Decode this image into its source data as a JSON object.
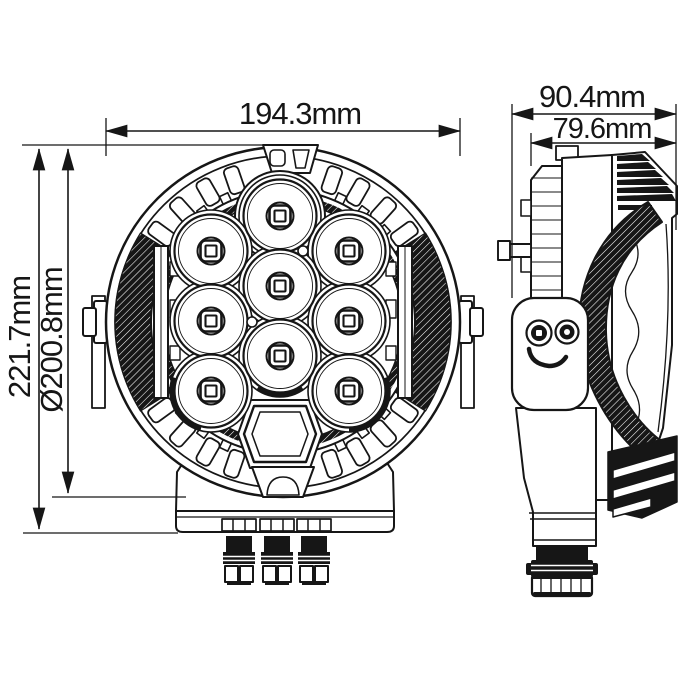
{
  "drawing": {
    "type": "dimensioned-engineering-drawing",
    "subject": "round LED driving light, front and side orthographic views",
    "units": "mm",
    "front_view": {
      "width_label": "194.3mm",
      "height_label": "221.7mm",
      "diameter_label": "Ø200.8mm",
      "led_count": 9,
      "connector_count": 3
    },
    "side_view": {
      "depth_label": "90.4mm",
      "body_depth_label": "79.6mm"
    },
    "colors": {
      "ink": "#161616",
      "paper": "#ffffff"
    }
  }
}
